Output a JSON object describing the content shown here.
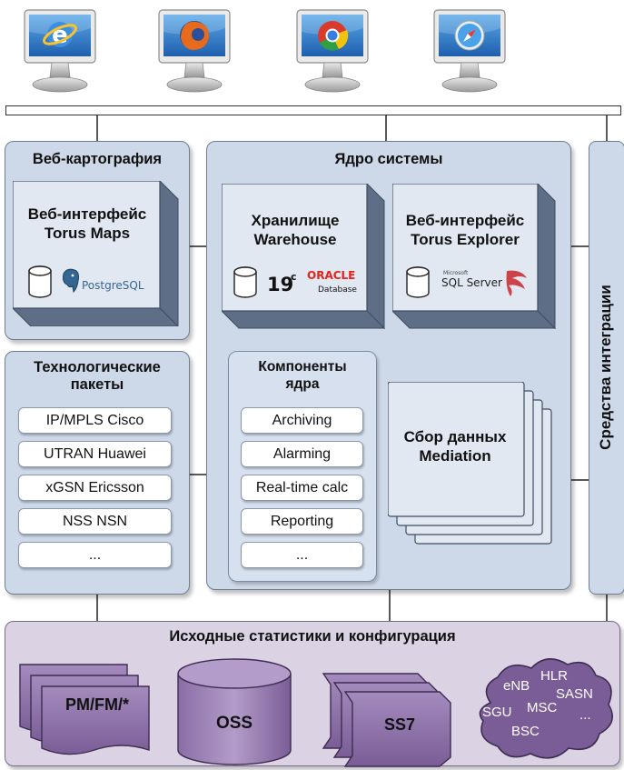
{
  "browsers": [
    "internet-explorer-icon",
    "firefox-icon",
    "chrome-icon",
    "safari-icon"
  ],
  "web_cartography": {
    "title": "Веб-картография",
    "block_label": "Веб-интерфейс Torus Maps",
    "db_brand": "PostgreSQL"
  },
  "system_core": {
    "title": "Ядро системы",
    "warehouse": {
      "label": "Хранилище Warehouse",
      "version": "19",
      "version_sup": "c",
      "oracle": "ORACLE",
      "oracle_sub": "Database"
    },
    "explorer": {
      "label": "Веб-интерфейс Torus Explorer",
      "ms_small": "Microsoft",
      "ms_product": "SQL Server"
    },
    "components": {
      "title": "Компоненты ядра",
      "items": [
        "Archiving",
        "Alarming",
        "Real-time calc",
        "Reporting",
        "..."
      ]
    },
    "mediation": {
      "label": "Сбор данных Mediation"
    }
  },
  "tech_packages": {
    "title": "Технологические пакеты",
    "items": [
      "IP/MPLS Cisco",
      "UTRAN Huawei",
      "xGSN Ericsson",
      "NSS NSN",
      "..."
    ]
  },
  "integration": {
    "title": "Средства интеграции"
  },
  "sources": {
    "title": "Исходные статистики и конфигурация",
    "pmfm": "PM/FM/*",
    "oss": "OSS",
    "ss7": "SS7",
    "cloud": [
      "eNB",
      "HLR",
      "SASN",
      "SGU",
      "MSC",
      "BSC",
      "..."
    ]
  },
  "colors": {
    "panel": "#cdd8e8",
    "box_front": "#e2e8f2",
    "source_panel": "#dbd3e4",
    "purple": "#7a5d96"
  }
}
